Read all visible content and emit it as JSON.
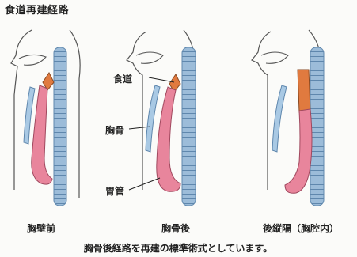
{
  "title": "食道再建経路",
  "labels": {
    "esophagus": "食道",
    "sternum": "胸骨",
    "gastric_tube": "胃管"
  },
  "captions": [
    "胸壁前",
    "胸骨後",
    "後縦隔（胸腔内）"
  ],
  "footer": "胸骨後経路を再建の標準術式としています。",
  "colors": {
    "esophagus": "#e07a3f",
    "gastric_tube": "#e8859c",
    "sternum": "#a9c9e4",
    "spine": "#9cbcd9",
    "outline": "#555555"
  }
}
